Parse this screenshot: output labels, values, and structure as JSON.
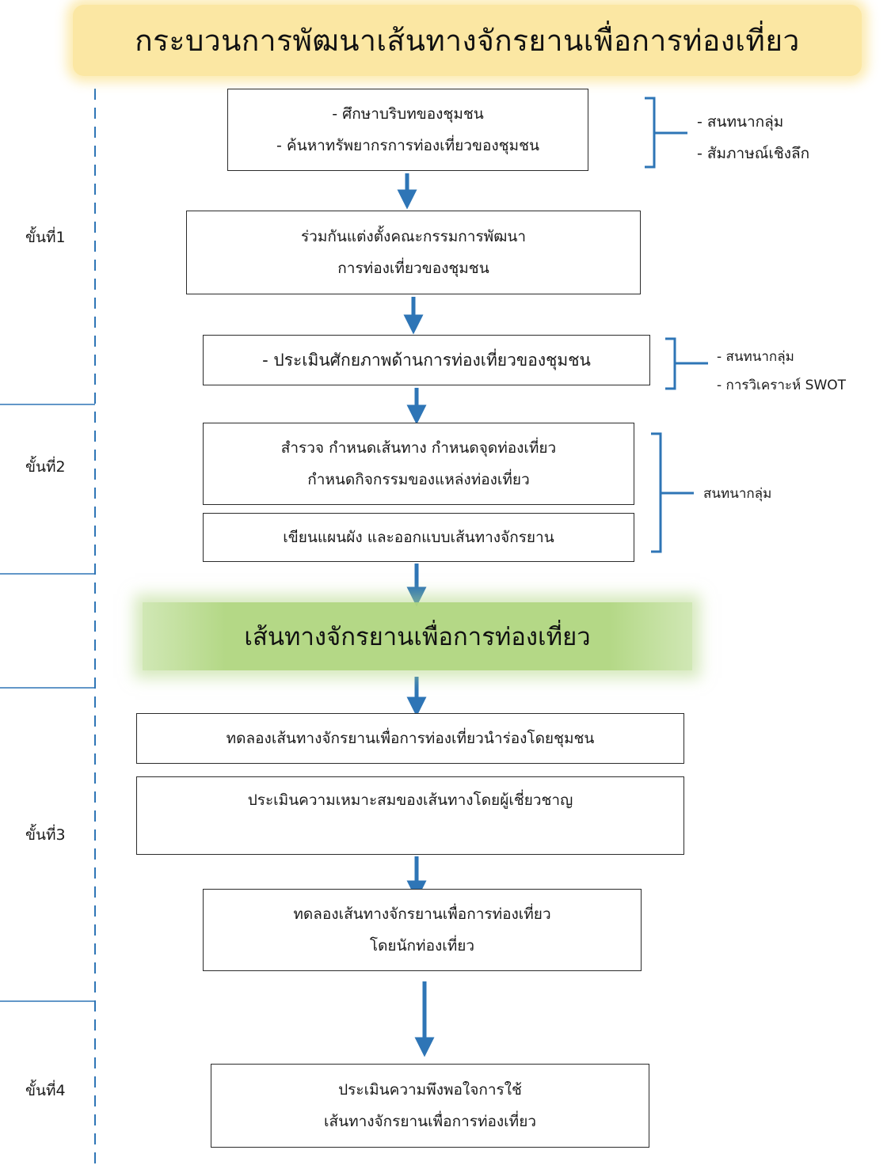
{
  "title": "กระบวนการพัฒนาเส้นทางจักรยานเพื่อการท่องเที่ยว",
  "stages": [
    {
      "label": "ขั้นที่1"
    },
    {
      "label": "ขั้นที่2"
    },
    {
      "label": "ขั้นที่3"
    },
    {
      "label": "ขั้นที่4"
    }
  ],
  "boxes": [
    {
      "lines": [
        "- ศึกษาบริบทของชุมชน",
        "- ค้นหาทรัพยากรการท่องเที่ยวของชุมชน"
      ]
    },
    {
      "lines": [
        "ร่วมกันแต่งตั้งคณะกรรมการพัฒนา",
        "การท่องเที่ยวของชุมชน"
      ]
    },
    {
      "lines": [
        "- ประเมินศักยภาพด้านการท่องเที่ยวของชุมชน"
      ]
    },
    {
      "lines": [
        "สำรวจ กำหนดเส้นทาง กำหนดจุดท่องเที่ยว",
        "กำหนดกิจกรรมของแหล่งท่องเที่ยว"
      ]
    },
    {
      "lines": [
        "เขียนแผนผัง และออกแบบเส้นทางจักรยาน"
      ]
    },
    {
      "lines": [
        "ทดลองเส้นทางจักรยานเพื่อการท่องเที่ยวนำร่องโดยชุมชน"
      ]
    },
    {
      "lines": [
        "ประเมินความเหมาะสมของเส้นทางโดยผู้เชี่ยวชาญ"
      ]
    },
    {
      "lines": [
        "ทดลองเส้นทางจักรยานเพื่อการท่องเที่ยว",
        "โดยนักท่องเที่ยว"
      ]
    },
    {
      "lines": [
        "ประเมินความพึงพอใจการใช้",
        "เส้นทางจักรยานเพื่อการท่องเที่ยว"
      ]
    }
  ],
  "highlight": "เส้นทางจักรยานเพื่อการท่องเที่ยว",
  "notes": [
    {
      "lines": [
        "- สนทนากลุ่ม",
        "- สัมภาษณ์เชิงลึก"
      ]
    },
    {
      "lines": [
        "- สนทนากลุ่ม",
        "- การวิเคราะห์ SWOT"
      ]
    },
    {
      "lines": [
        "สนทนากลุ่ม"
      ]
    }
  ],
  "colors": {
    "arrow": "#2e75b6",
    "bracket": "#2e75b6",
    "stage_line": "#2e75b6",
    "banner": "#fbe7a3",
    "highlight": "#b0d680"
  }
}
